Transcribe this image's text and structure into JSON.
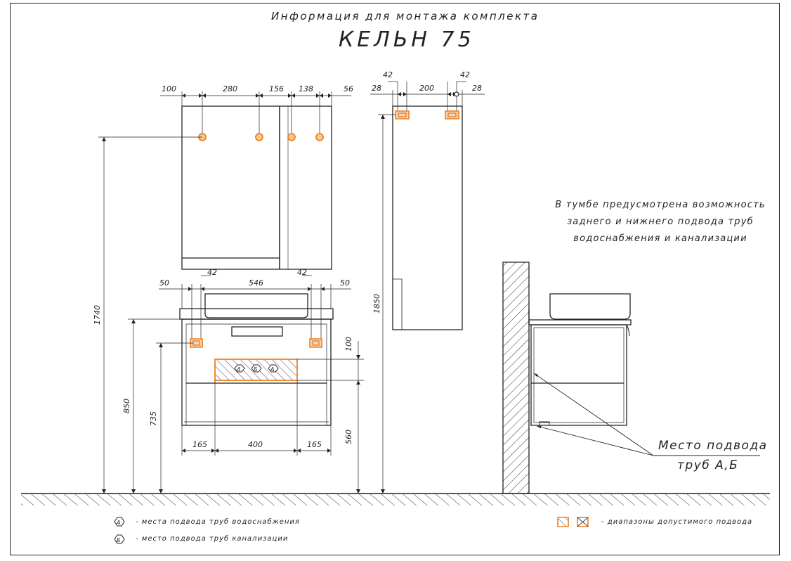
{
  "header": {
    "subtitle": "Информация для монтажа комплекта",
    "title": "КЕЛЬН 75"
  },
  "note": {
    "line1": "В тумбе предусмотрена возможность",
    "line2": "заднего и нижнего подвода труб",
    "line3": "водоснабжения и канализации"
  },
  "callout": {
    "line1": "Место подвода",
    "line2": "труб А,Б"
  },
  "legend": {
    "water_symbol": "А",
    "water_label": "- места подвода труб водоснабжения",
    "sewer_symbol": "Б",
    "sewer_label": "- место подвода труб канализации",
    "ranges_label": "- диапазоны допустимого подвода"
  },
  "dimensions": {
    "mirror_top": [
      "100",
      "280",
      "156",
      "138",
      "56"
    ],
    "sink_top": [
      "50",
      "546",
      "50"
    ],
    "sink_pipe_left": "42",
    "sink_pipe_right": "42",
    "column_top": [
      "28",
      "200",
      "28"
    ],
    "column_pipe_left": "42",
    "column_pipe_right": "42",
    "height_mirror": "1740",
    "height_column": "1850",
    "height_cabinet": "850",
    "height_water": "735",
    "height_range": "100",
    "height_range_bottom": "560",
    "bottom": [
      "165",
      "400",
      "165"
    ]
  },
  "range_markers": [
    "А",
    "Б",
    "А"
  ],
  "colors": {
    "line": "#222222",
    "pipe": "#f07f1e",
    "pipe_dark": "#d9651a",
    "hatch": "#444444"
  }
}
